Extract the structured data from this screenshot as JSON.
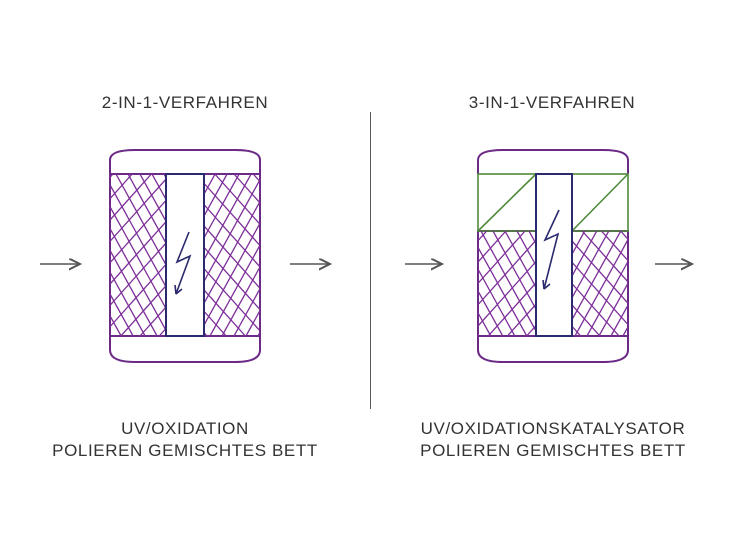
{
  "left": {
    "title": "2-IN-1-VERFAHREN",
    "caption_line1": "UV/OXIDATION",
    "caption_line2": "POLIEREN GEMISCHTES BETT"
  },
  "right": {
    "title": "3-IN-1-VERFAHREN",
    "caption_line1": "UV/OXIDATIONSKATALYSATOR",
    "caption_line2": "POLIEREN GEMISCHTES BETT"
  },
  "colors": {
    "vessel": "#6b2a85",
    "resin": "#7d2f99",
    "uv_lamp": "#2b2a6e",
    "catalyst": "#4f8a3a",
    "arrow": "#555555",
    "text": "#333333"
  },
  "icons": [
    "flow-arrow-icon",
    "lightning-icon",
    "uv-lamp-icon"
  ]
}
